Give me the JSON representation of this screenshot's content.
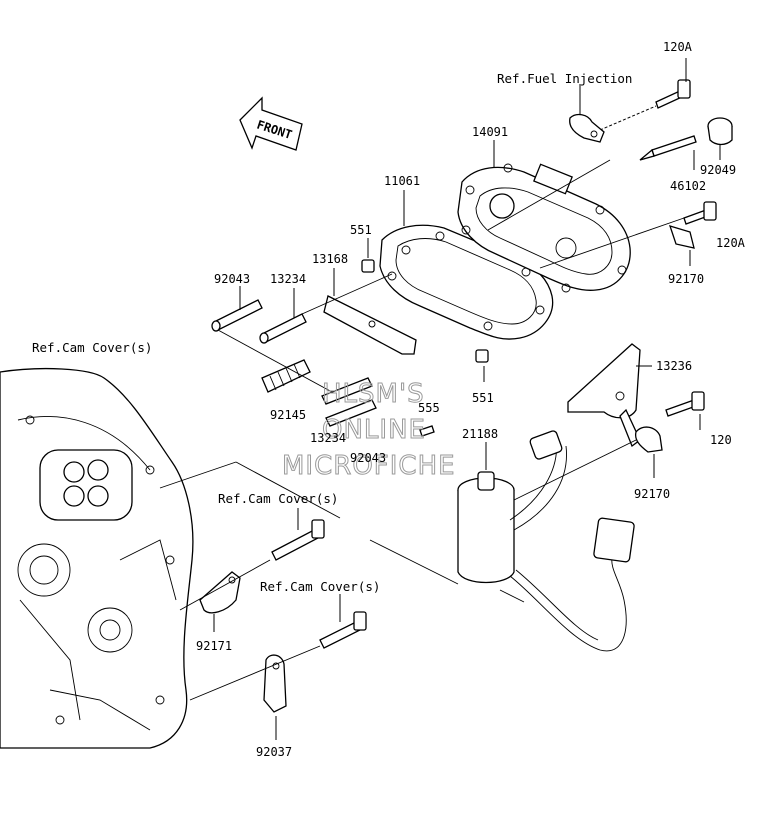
{
  "labels": {
    "p120A_top": "120A",
    "ref_fuel": "Ref.Fuel Injection",
    "p14091": "14091",
    "p92049": "92049",
    "p46102": "46102",
    "p120A_mid": "120A",
    "p11061": "11061",
    "p551_top": "551",
    "p13168": "13168",
    "p92043_left": "92043",
    "p13234_top": "13234",
    "p92170_top": "92170",
    "ref_cam_left": "Ref.Cam Cover(s)",
    "p13236": "13236",
    "p551_bot": "551",
    "p555": "555",
    "p92145": "92145",
    "p13234_bot": "13234",
    "p21188": "21188",
    "p92043_bot": "92043",
    "p120": "120",
    "p92170_bot": "92170",
    "ref_cam_mid": "Ref.Cam Cover(s)",
    "ref_cam_low": "Ref.Cam Cover(s)",
    "p92171": "92171",
    "p92037": "92037"
  },
  "front_arrow": {
    "text": "FRONT"
  },
  "watermark": [
    "HLSM'S",
    "ONLINE",
    "MICROFICHE"
  ]
}
